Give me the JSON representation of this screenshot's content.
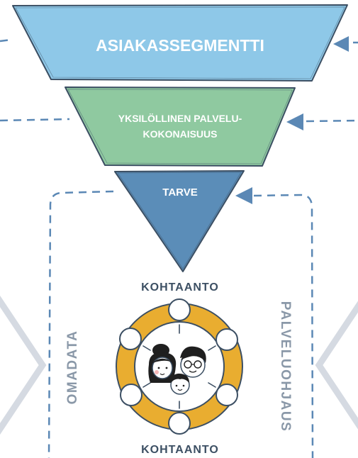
{
  "funnel": {
    "level1": "ASIAKASSEGMENTTI",
    "level2_line1": "YKSILÖLLINEN PALVELU-",
    "level2_line2": "KOKONAISUUS",
    "level3": "TARVE"
  },
  "encounter": {
    "top_label": "KOHTAANTO",
    "bottom_label": "KOHTAANTO"
  },
  "side_labels": {
    "left": "OMADATA",
    "right": "PALVELUOHJAUS"
  },
  "colors": {
    "level1": "#8ec8e8",
    "level2": "#8fc9a0",
    "level3": "#5b8db8",
    "ring": "#e9ad30",
    "dash": "#5b88b5",
    "label_gray": "#8a98a8",
    "chevron": "#d5dae2",
    "outline": "#3c4f63"
  },
  "icons": {
    "family": "family-icon",
    "arrows": "arrow-left-icon",
    "chevrons": "chevron-icon"
  }
}
